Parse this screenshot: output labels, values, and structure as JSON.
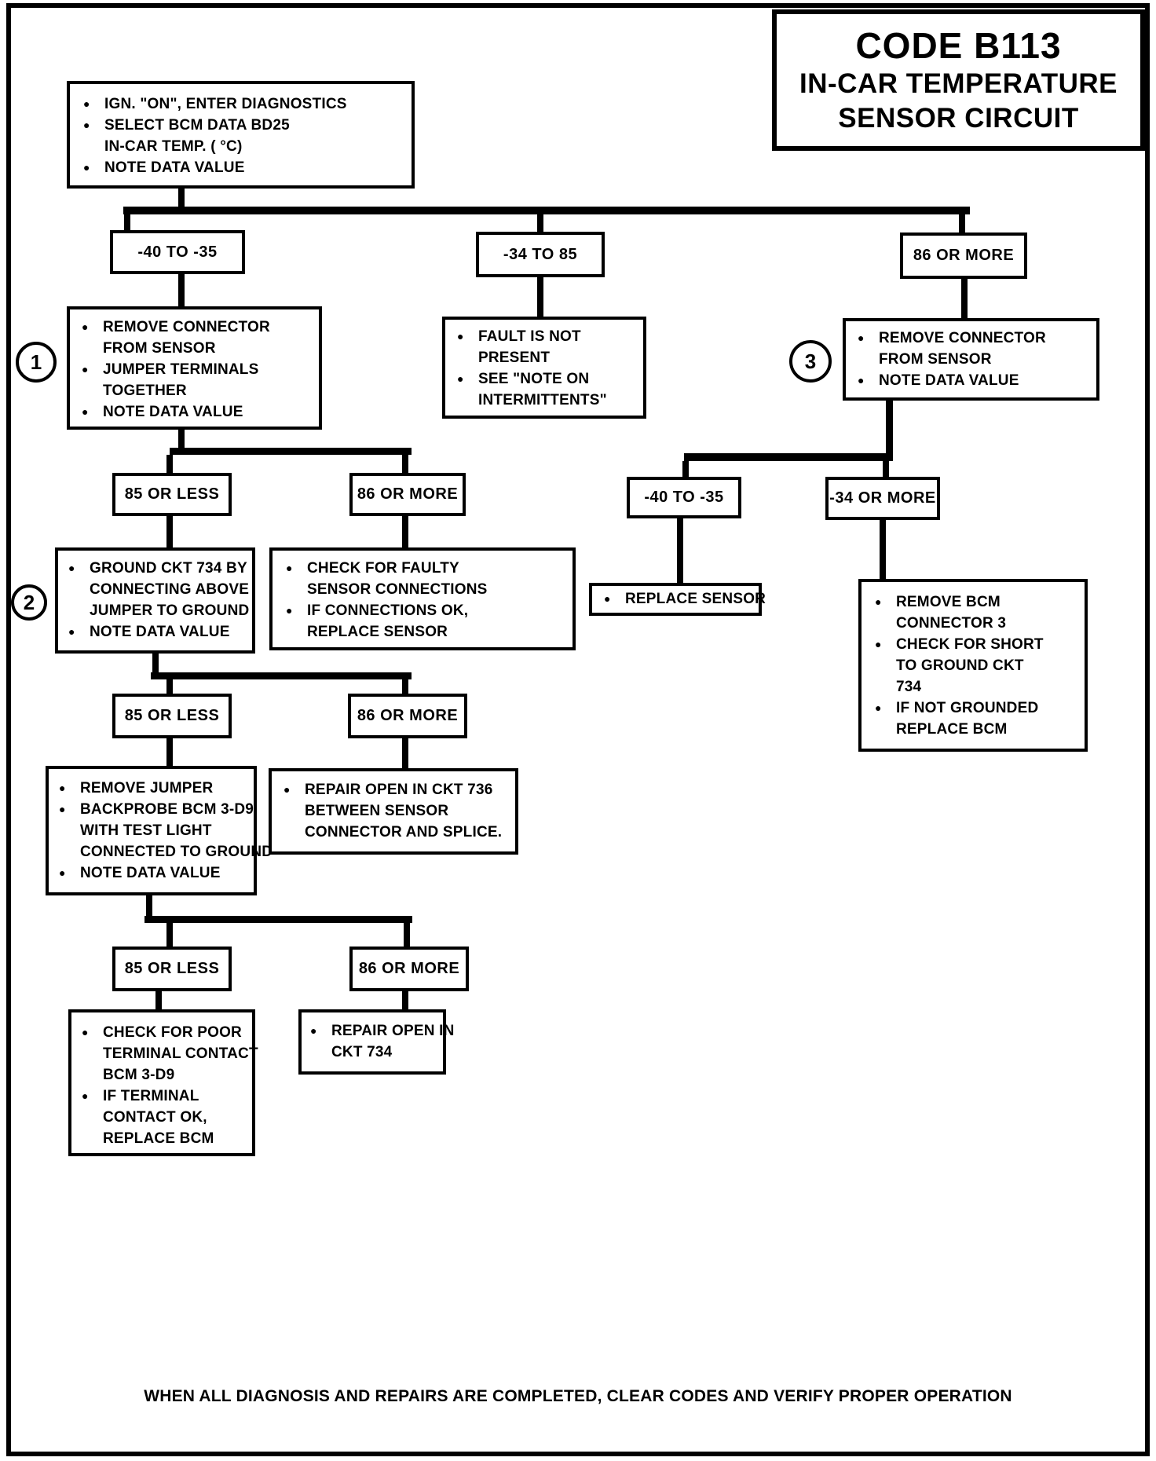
{
  "colors": {
    "ink": "#000000",
    "paper": "#ffffff"
  },
  "glyphs": {
    "bullet": "●"
  },
  "title": {
    "code": "CODE B113",
    "line2": "IN-CAR TEMPERATURE",
    "line3": "SENSOR CIRCUIT"
  },
  "steps": {
    "one": "1",
    "two": "2",
    "three": "3"
  },
  "decisions": {
    "l1a": "-40 TO -35",
    "l1b": "-34 TO 85",
    "l1c": "86 OR MORE",
    "l2a": "85 OR LESS",
    "l2b": "86 OR MORE",
    "l2c": "-40 TO -35",
    "l2d": "-34 OR MORE",
    "l3a": "85 OR LESS",
    "l3b": "86 OR MORE",
    "l4a": "85 OR LESS",
    "l4b": "86 OR MORE"
  },
  "boxes": {
    "start": {
      "lines": [
        {
          "b": "●",
          "t": "IGN. \"ON\", ENTER DIAGNOSTICS"
        },
        {
          "b": "●",
          "t": "SELECT BCM DATA BD25"
        },
        {
          "b": "",
          "t": "IN-CAR TEMP. ( °C)"
        },
        {
          "b": "●",
          "t": "NOTE DATA VALUE"
        }
      ]
    },
    "jumper": {
      "lines": [
        {
          "b": "●",
          "t": "REMOVE CONNECTOR"
        },
        {
          "b": "",
          "t": "FROM SENSOR"
        },
        {
          "b": "●",
          "t": "JUMPER TERMINALS"
        },
        {
          "b": "",
          "t": "TOGETHER"
        },
        {
          "b": "●",
          "t": "NOTE DATA VALUE"
        }
      ]
    },
    "fault": {
      "lines": [
        {
          "b": "●",
          "t": "FAULT IS NOT"
        },
        {
          "b": "",
          "t": "PRESENT"
        },
        {
          "b": "●",
          "t": "SEE \"NOTE ON"
        },
        {
          "b": "",
          "t": "INTERMITTENTS\""
        }
      ]
    },
    "sensor3": {
      "lines": [
        {
          "b": "●",
          "t": "REMOVE CONNECTOR"
        },
        {
          "b": "",
          "t": "FROM SENSOR"
        },
        {
          "b": "●",
          "t": "NOTE DATA VALUE"
        }
      ]
    },
    "ground": {
      "lines": [
        {
          "b": "●",
          "t": "GROUND CKT 734 BY"
        },
        {
          "b": "",
          "t": "CONNECTING ABOVE"
        },
        {
          "b": "",
          "t": "JUMPER TO GROUND"
        },
        {
          "b": "●",
          "t": "NOTE DATA VALUE"
        }
      ]
    },
    "connections": {
      "lines": [
        {
          "b": "●",
          "t": "CHECK FOR FAULTY"
        },
        {
          "b": "",
          "t": "SENSOR CONNECTIONS"
        },
        {
          "b": "●",
          "t": "IF CONNECTIONS OK,"
        },
        {
          "b": "",
          "t": "REPLACE SENSOR"
        }
      ]
    },
    "replace": {
      "lines": [
        {
          "b": "●",
          "t": "REPLACE SENSOR"
        }
      ]
    },
    "bcm": {
      "lines": [
        {
          "b": "●",
          "t": "REMOVE BCM"
        },
        {
          "b": "",
          "t": "CONNECTOR 3"
        },
        {
          "b": "●",
          "t": "CHECK FOR SHORT"
        },
        {
          "b": "",
          "t": "TO GROUND CKT"
        },
        {
          "b": "",
          "t": "734"
        },
        {
          "b": "●",
          "t": "IF NOT GROUNDED"
        },
        {
          "b": "",
          "t": "REPLACE BCM"
        }
      ]
    },
    "backprobe": {
      "lines": [
        {
          "b": "●",
          "t": "REMOVE JUMPER"
        },
        {
          "b": "●",
          "t": "BACKPROBE BCM 3-D9"
        },
        {
          "b": "",
          "t": "WITH TEST LIGHT"
        },
        {
          "b": "",
          "t": "CONNECTED TO GROUND"
        },
        {
          "b": "●",
          "t": "NOTE DATA VALUE"
        }
      ]
    },
    "repair736": {
      "lines": [
        {
          "b": "●",
          "t": "REPAIR OPEN IN CKT 736"
        },
        {
          "b": "",
          "t": "BETWEEN SENSOR"
        },
        {
          "b": "",
          "t": "CONNECTOR AND SPLICE."
        }
      ]
    },
    "terminal": {
      "lines": [
        {
          "b": "●",
          "t": "CHECK FOR POOR"
        },
        {
          "b": "",
          "t": "TERMINAL CONTACT"
        },
        {
          "b": "",
          "t": "BCM 3-D9"
        },
        {
          "b": "●",
          "t": "IF TERMINAL"
        },
        {
          "b": "",
          "t": "CONTACT OK,"
        },
        {
          "b": "",
          "t": "REPLACE BCM"
        }
      ]
    },
    "repair734": {
      "lines": [
        {
          "b": "●",
          "t": "REPAIR OPEN IN"
        },
        {
          "b": "",
          "t": "CKT 734"
        }
      ]
    }
  },
  "footer": "WHEN ALL DIAGNOSIS AND REPAIRS ARE COMPLETED, CLEAR CODES AND VERIFY PROPER OPERATION"
}
